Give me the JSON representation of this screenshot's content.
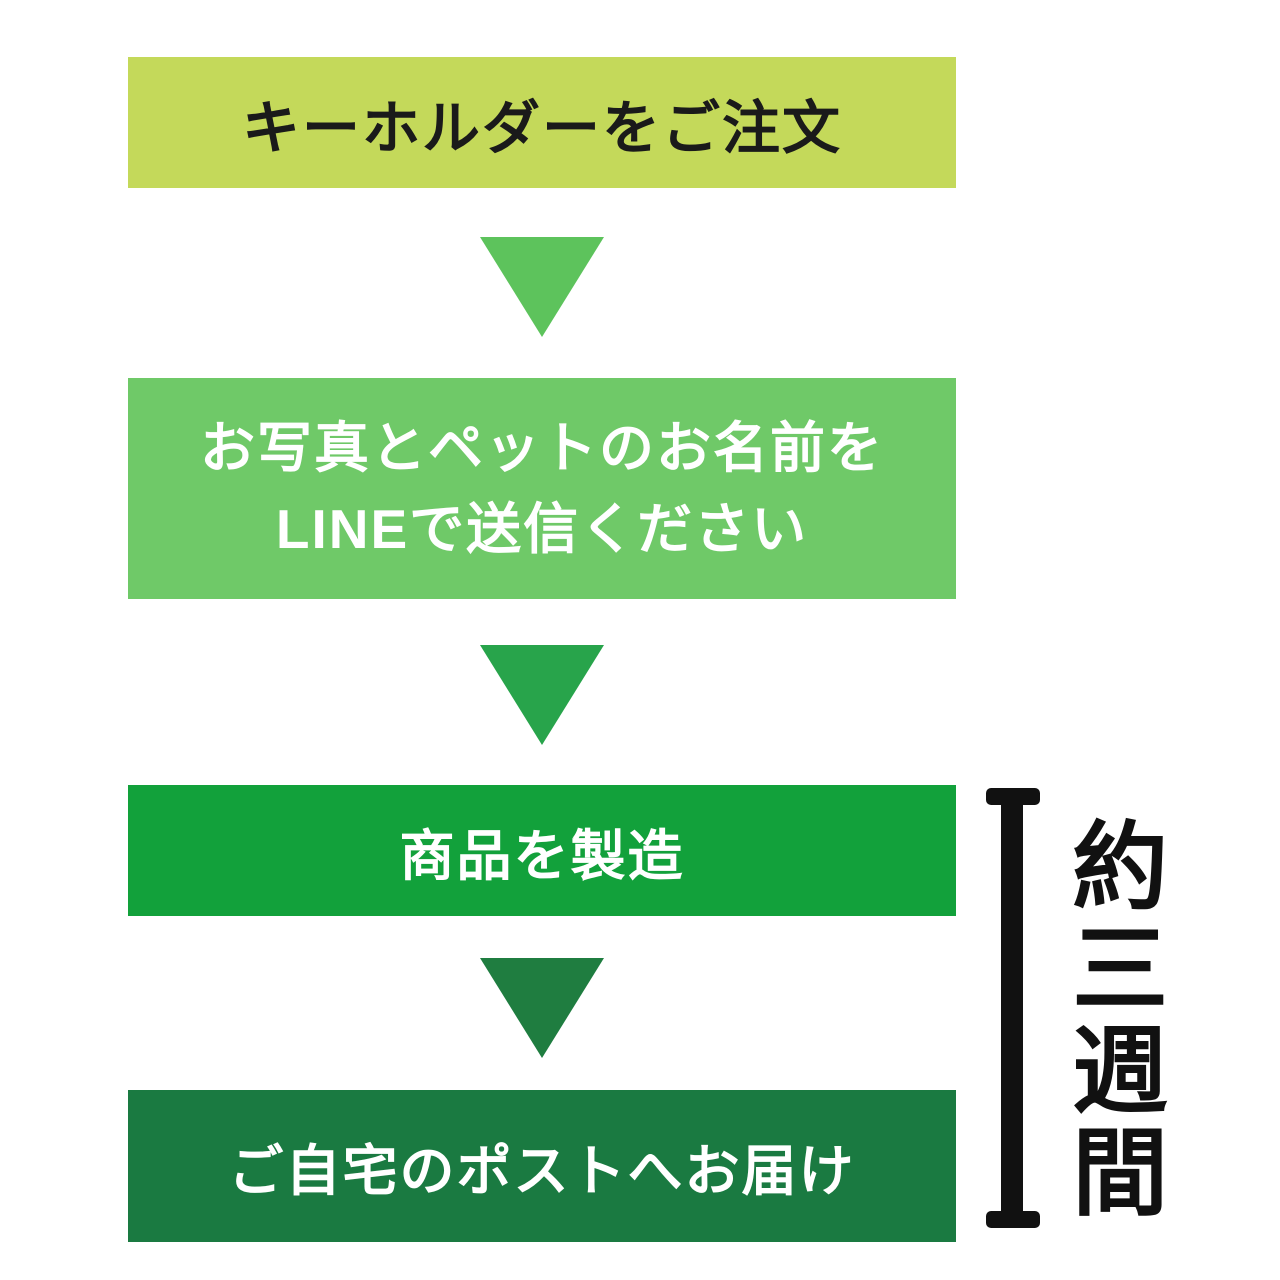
{
  "page": {
    "background": "#ffffff"
  },
  "flow": {
    "steps": [
      {
        "name": "order",
        "lines": [
          "キーホルダーをご注文"
        ],
        "bg": "#c4d95a",
        "text_color": "#1a1a1a"
      },
      {
        "name": "send-photo-line",
        "lines": [
          "お写真とペットのお名前を",
          "LINEで送信ください"
        ],
        "bg": "#6fc968",
        "text_color": "#ffffff"
      },
      {
        "name": "manufacture",
        "lines": [
          "商品を製造"
        ],
        "bg": "#12a13b",
        "text_color": "#ffffff"
      },
      {
        "name": "delivery",
        "lines": [
          "ご自宅のポストへお届け"
        ],
        "bg": "#1a7a41",
        "text_color": "#ffffff"
      }
    ],
    "arrows": [
      {
        "color": "#5dc35c"
      },
      {
        "color": "#28a44b"
      },
      {
        "color": "#1f7d40"
      }
    ],
    "duration": {
      "label": "約三週間",
      "color": "#111111",
      "bracket_color": "#111111"
    }
  }
}
